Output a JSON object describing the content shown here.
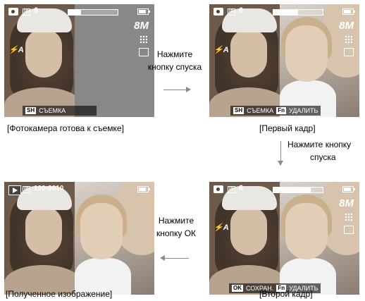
{
  "panels": {
    "ready": {
      "badge": "IS",
      "count": "6",
      "size": "8M",
      "flash": "⚡A",
      "progress": 0.25,
      "buttons": [
        {
          "key": "SH",
          "label": "СЪЕМКА"
        }
      ]
    },
    "first": {
      "badge": "IS",
      "count": "6",
      "size": "8M",
      "flash": "⚡A",
      "progress": 0.5,
      "buttons": [
        {
          "key": "SH",
          "label": "СЪЕМКА"
        },
        {
          "key": "Fn",
          "label": "УДАЛИТЬ"
        }
      ]
    },
    "second": {
      "badge": "IS",
      "count": "6",
      "size": "8M",
      "flash": "⚡A",
      "progress": 0.75,
      "buttons": [
        {
          "key": "OK",
          "label": "СОХРАН."
        },
        {
          "key": "Fn",
          "label": "УДАЛИТЬ"
        }
      ]
    },
    "result": {
      "badge": "IS",
      "file_number": "100-0010"
    }
  },
  "captions": {
    "ready": "[Фотокамера готова к съемке]",
    "first": "[Первый кадр]",
    "second": "[Второй кадр]",
    "result": "[Полученное изображение]"
  },
  "instructions": {
    "press_shutter_1": [
      "Нажмите",
      "кнопку спуска"
    ],
    "press_shutter_2": [
      "Нажмите кнопку",
      "спуска"
    ],
    "press_ok": [
      "Нажмите",
      "кнопку ОК"
    ]
  },
  "icons": {
    "camera": "camera-icon",
    "play": "play-icon",
    "battery": "battery-icon",
    "quality": "quality-icon",
    "frame": "frame-icon"
  },
  "colors": {
    "arrow": "#8a8a8a",
    "osd_text": "#ffffff"
  }
}
